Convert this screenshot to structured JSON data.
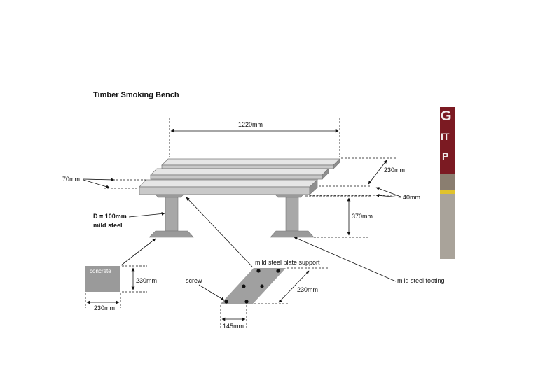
{
  "title": "Timber Smoking Bench",
  "labels": {
    "length": "1220mm",
    "depth": "230mm",
    "slat_thickness": "70mm",
    "slat_gap": "40mm",
    "leg_height": "370mm",
    "leg_diameter": "D = 100mm",
    "leg_material": "mild steel",
    "concrete": "concrete",
    "concrete_height": "230mm",
    "concrete_width": "230mm",
    "plate_support": "mild steel plate support",
    "screw": "screw",
    "plate_length": "230mm",
    "plate_width": "145mm",
    "footing": "mild steel footing"
  },
  "colors": {
    "slat_top": "#e6e6e6",
    "slat_front": "#c9c9c9",
    "slat_side": "#8f8f8f",
    "leg": "#a8a8a8",
    "concrete": "#9a9a9a",
    "plate": "#a0a0a0",
    "photo_maroon": "#7b1a22"
  }
}
